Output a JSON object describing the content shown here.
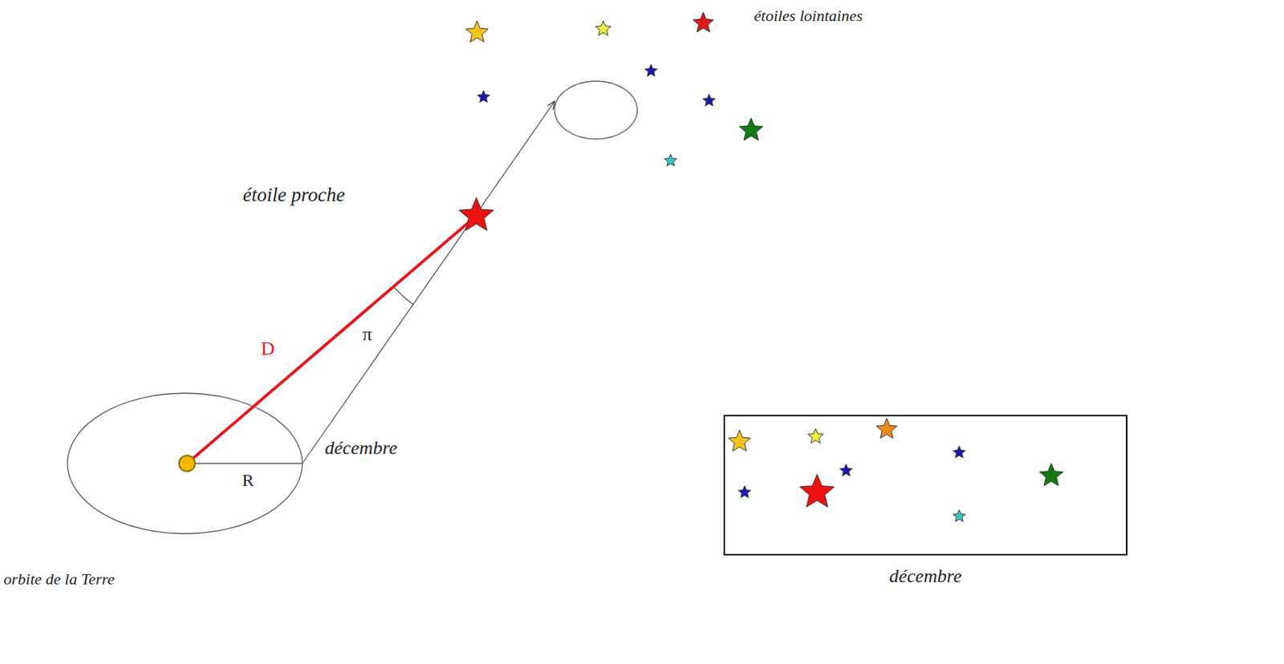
{
  "diagram": {
    "nodes": [
      {
        "text": [
          "décembre"
        ]
      }
    ],
    "labels": [
      "étoiles lointaines",
      "étoile proche",
      "π",
      "D",
      "décembre",
      "R",
      "orbite de la Terre"
    ]
  }
}
